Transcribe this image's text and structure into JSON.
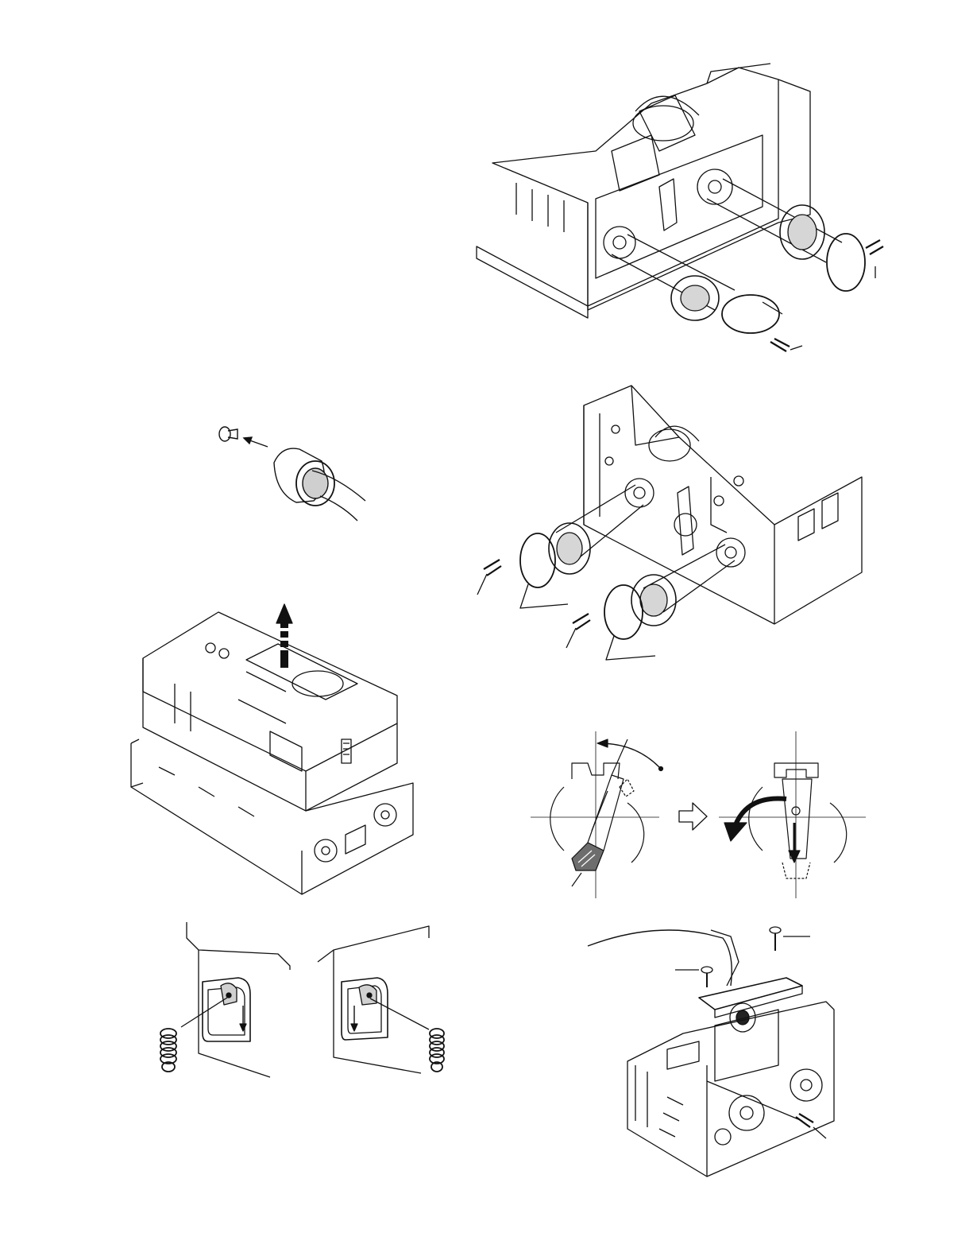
{
  "page": {
    "background": "#ffffff",
    "ink": "#111111",
    "shade": "#8a8a8a",
    "light_shade": "#cfcfcf"
  },
  "figures": [
    {
      "id": "flywheel-removal-front",
      "labels": []
    },
    {
      "id": "pinch-roller-detail",
      "labels": []
    },
    {
      "id": "flywheel-removal-rear",
      "labels": []
    },
    {
      "id": "mechanism-lift",
      "labels": []
    },
    {
      "id": "lever-rotation",
      "labels": []
    },
    {
      "id": "spring-hooks",
      "labels": []
    },
    {
      "id": "head-bracket-screws",
      "labels": []
    }
  ]
}
